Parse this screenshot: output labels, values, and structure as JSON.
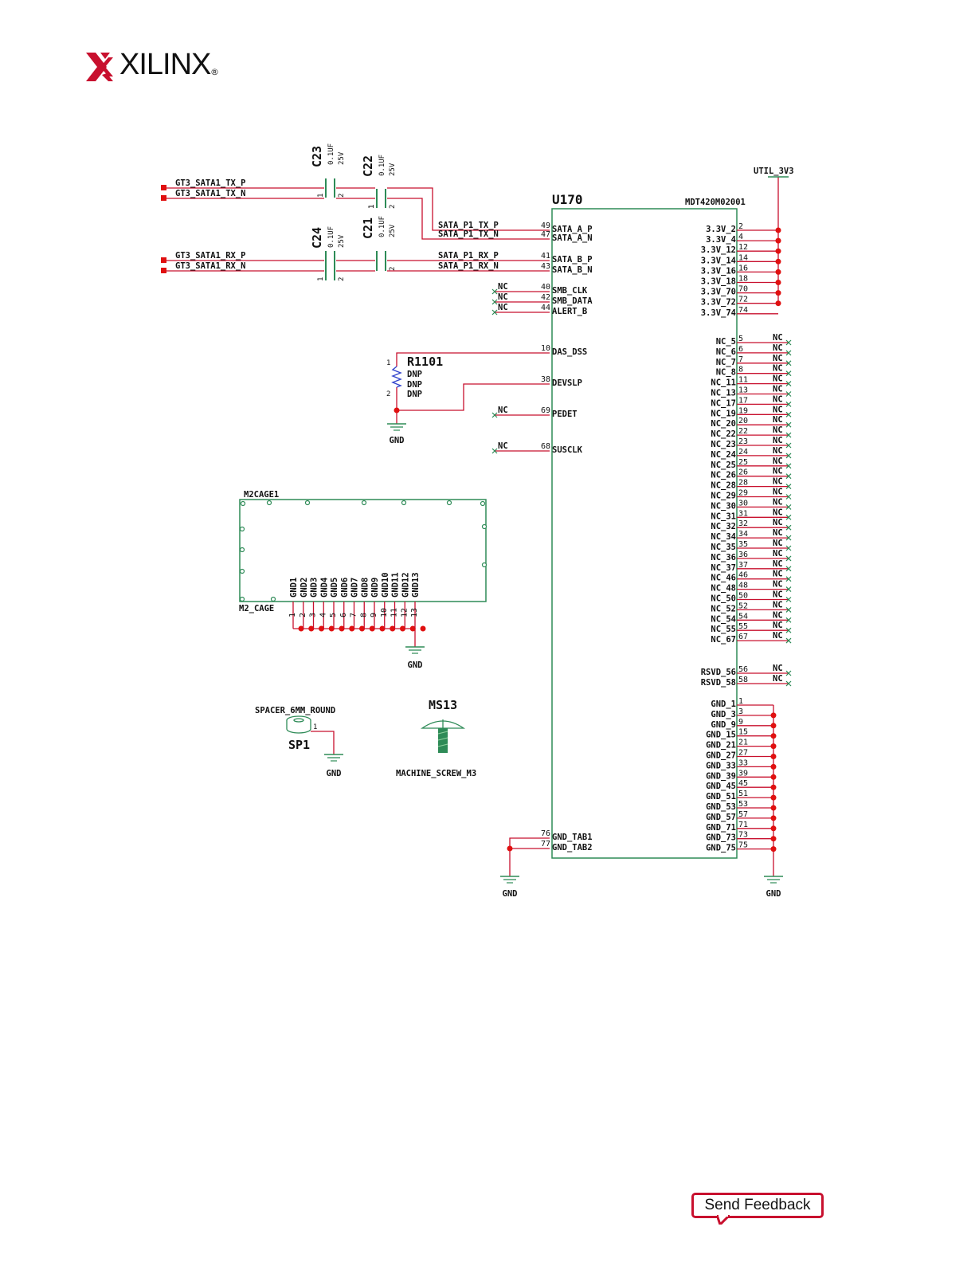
{
  "brand": {
    "name": "XILINX",
    "registered": "®",
    "accent": "#c8102e"
  },
  "feedback": {
    "label": "Send Feedback"
  },
  "colors": {
    "wire": "#c8102e",
    "body": "#2e8b57",
    "junction": "#e01010"
  },
  "u170": {
    "ref": "U170",
    "part": "MDT420M02001",
    "left_pins": [
      {
        "net": "SATA_P1_TX_P",
        "num": "49",
        "name": "SATA_A_P"
      },
      {
        "net": "SATA_P1_TX_N",
        "num": "47",
        "name": "SATA_A_N"
      },
      {
        "net": "SATA_P1_RX_P",
        "num": "41",
        "name": "SATA_B_P"
      },
      {
        "net": "SATA_P1_RX_N",
        "num": "43",
        "name": "SATA_B_N"
      },
      {
        "net": "NC",
        "num": "40",
        "name": "SMB_CLK"
      },
      {
        "net": "NC",
        "num": "42",
        "name": "SMB_DATA"
      },
      {
        "net": "NC",
        "num": "44",
        "name": "ALERT_B"
      },
      {
        "net": "",
        "num": "10",
        "name": "DAS_DSS"
      },
      {
        "net": "",
        "num": "38",
        "name": "DEVSLP"
      },
      {
        "net": "NC",
        "num": "69",
        "name": "PEDET"
      },
      {
        "net": "NC",
        "num": "68",
        "name": "SUSCLK"
      },
      {
        "net": "",
        "num": "76",
        "name": "GND_TAB1"
      },
      {
        "net": "",
        "num": "77",
        "name": "GND_TAB2"
      }
    ],
    "right_pins_3v3": [
      {
        "name": "3.3V_2",
        "num": "2"
      },
      {
        "name": "3.3V_4",
        "num": "4"
      },
      {
        "name": "3.3V_12",
        "num": "12"
      },
      {
        "name": "3.3V_14",
        "num": "14"
      },
      {
        "name": "3.3V_16",
        "num": "16"
      },
      {
        "name": "3.3V_18",
        "num": "18"
      },
      {
        "name": "3.3V_70",
        "num": "70"
      },
      {
        "name": "3.3V_72",
        "num": "72"
      },
      {
        "name": "3.3V_74",
        "num": "74"
      }
    ],
    "right_pins_nc": [
      {
        "name": "NC_5",
        "num": "5"
      },
      {
        "name": "NC_6",
        "num": "6"
      },
      {
        "name": "NC_7",
        "num": "7"
      },
      {
        "name": "NC_8",
        "num": "8"
      },
      {
        "name": "NC_11",
        "num": "11"
      },
      {
        "name": "NC_13",
        "num": "13"
      },
      {
        "name": "NC_17",
        "num": "17"
      },
      {
        "name": "NC_19",
        "num": "19"
      },
      {
        "name": "NC_20",
        "num": "20"
      },
      {
        "name": "NC_22",
        "num": "22"
      },
      {
        "name": "NC_23",
        "num": "23"
      },
      {
        "name": "NC_24",
        "num": "24"
      },
      {
        "name": "NC_25",
        "num": "25"
      },
      {
        "name": "NC_26",
        "num": "26"
      },
      {
        "name": "NC_28",
        "num": "28"
      },
      {
        "name": "NC_29",
        "num": "29"
      },
      {
        "name": "NC_30",
        "num": "30"
      },
      {
        "name": "NC_31",
        "num": "31"
      },
      {
        "name": "NC_32",
        "num": "32"
      },
      {
        "name": "NC_34",
        "num": "34"
      },
      {
        "name": "NC_35",
        "num": "35"
      },
      {
        "name": "NC_36",
        "num": "36"
      },
      {
        "name": "NC_37",
        "num": "37"
      },
      {
        "name": "NC_46",
        "num": "46"
      },
      {
        "name": "NC_48",
        "num": "48"
      },
      {
        "name": "NC_50",
        "num": "50"
      },
      {
        "name": "NC_52",
        "num": "52"
      },
      {
        "name": "NC_54",
        "num": "54"
      },
      {
        "name": "NC_55",
        "num": "55"
      },
      {
        "name": "NC_67",
        "num": "67"
      }
    ],
    "right_pins_rsvd": [
      {
        "name": "RSVD_56",
        "num": "56"
      },
      {
        "name": "RSVD_58",
        "num": "58"
      }
    ],
    "right_pins_gnd": [
      {
        "name": "GND_1",
        "num": "1"
      },
      {
        "name": "GND_3",
        "num": "3"
      },
      {
        "name": "GND_9",
        "num": "9"
      },
      {
        "name": "GND_15",
        "num": "15"
      },
      {
        "name": "GND_21",
        "num": "21"
      },
      {
        "name": "GND_27",
        "num": "27"
      },
      {
        "name": "GND_33",
        "num": "33"
      },
      {
        "name": "GND_39",
        "num": "39"
      },
      {
        "name": "GND_45",
        "num": "45"
      },
      {
        "name": "GND_51",
        "num": "51"
      },
      {
        "name": "GND_53",
        "num": "53"
      },
      {
        "name": "GND_57",
        "num": "57"
      },
      {
        "name": "GND_71",
        "num": "71"
      },
      {
        "name": "GND_73",
        "num": "73"
      },
      {
        "name": "GND_75",
        "num": "75"
      }
    ],
    "nc_label": "NC",
    "rail": "UTIL_3V3"
  },
  "nets_in": [
    "GT3_SATA1_TX_P",
    "GT3_SATA1_TX_N",
    "GT3_SATA1_RX_P",
    "GT3_SATA1_RX_N"
  ],
  "caps": [
    {
      "ref": "C23",
      "value": "0.1UF",
      "volt": "25V"
    },
    {
      "ref": "C22",
      "value": "0.1UF",
      "volt": "25V"
    },
    {
      "ref": "C24",
      "value": "0.1UF",
      "volt": "25V"
    },
    {
      "ref": "C21",
      "value": "0.1UF",
      "volt": "25V"
    }
  ],
  "cap_pins": {
    "p1": "1",
    "p2": "2"
  },
  "r1101": {
    "ref": "R1101",
    "dnp": [
      "DNP",
      "DNP",
      "DNP"
    ],
    "p1": "1",
    "p2": "2"
  },
  "gnd_label": "GND",
  "m2cage": {
    "ref": "M2CAGE1",
    "part": "M2_CAGE",
    "pins": [
      "GND1",
      "GND2",
      "GND3",
      "GND4",
      "GND5",
      "GND6",
      "GND7",
      "GND8",
      "GND9",
      "GND10",
      "GND11",
      "GND12",
      "GND13"
    ],
    "pin_nums": [
      "1",
      "2",
      "3",
      "4",
      "5",
      "6",
      "7",
      "8",
      "9",
      "10",
      "11",
      "12",
      "13"
    ]
  },
  "sp1": {
    "part": "SPACER_6MM_ROUND",
    "ref": "SP1",
    "pin": "1"
  },
  "ms13": {
    "ref": "MS13",
    "part": "MACHINE_SCREW_M3"
  }
}
